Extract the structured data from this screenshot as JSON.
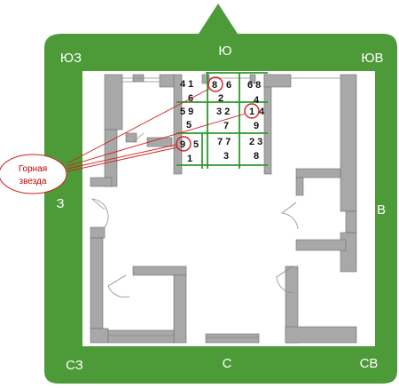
{
  "compass": {
    "south": "Ю",
    "southwest": "ЮЗ",
    "southeast": "ЮВ",
    "west": "З",
    "east": "В",
    "northwest": "СЗ",
    "north": "С",
    "northeast": "СВ"
  },
  "callout": {
    "line1": "Горная",
    "line2": "звезда"
  },
  "stars": {
    "r0": [
      "4 1",
      "8",
      "6",
      "6 8",
      "6",
      "2",
      "4"
    ],
    "r1": [
      "5 9",
      "3 2",
      "1",
      "4",
      "5",
      "7",
      "9"
    ],
    "r2": [
      "9",
      "5",
      "7 7",
      "2 3",
      "1",
      "3",
      "8"
    ]
  },
  "colors": {
    "frame": "#4d9a38",
    "circle": "#d62020",
    "callout": "#c00000",
    "wall": "#a8a8a8"
  }
}
